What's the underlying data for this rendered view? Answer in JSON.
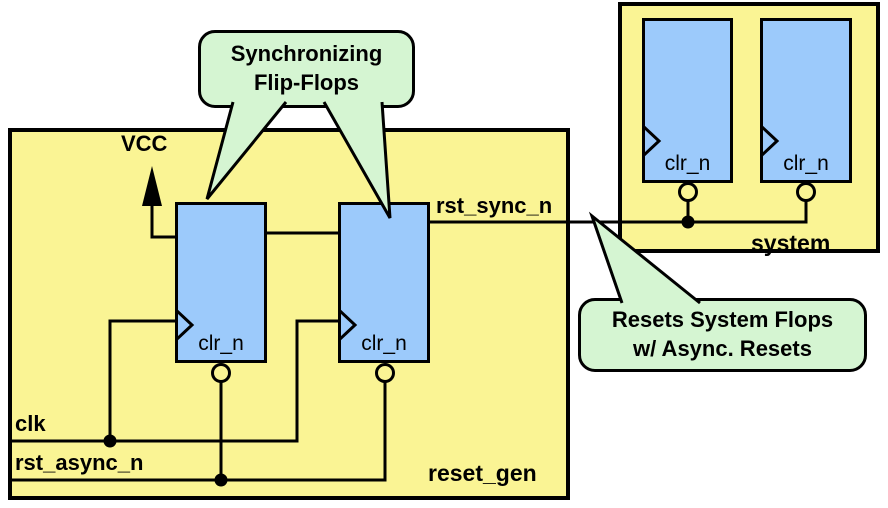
{
  "colors": {
    "module_fill": "#FAF494",
    "flop_fill": "#9CCAFB",
    "callout_fill": "#D5F5D2",
    "line": "#000000",
    "background": "#FFFFFF"
  },
  "modules": {
    "reset_gen_label": "reset_gen",
    "system_label": "system"
  },
  "flop": {
    "clear_port_label": "clr_n"
  },
  "signals": {
    "vcc_label": "VCC",
    "clk_label": "clk",
    "rst_async_label": "rst_async_n",
    "rst_sync_label": "rst_sync_n"
  },
  "callouts": {
    "sync_flops": {
      "line1": "Synchronizing",
      "line2": "Flip-Flops"
    },
    "resets_system": {
      "line1": "Resets System Flops",
      "line2": "w/ Async. Resets"
    }
  }
}
